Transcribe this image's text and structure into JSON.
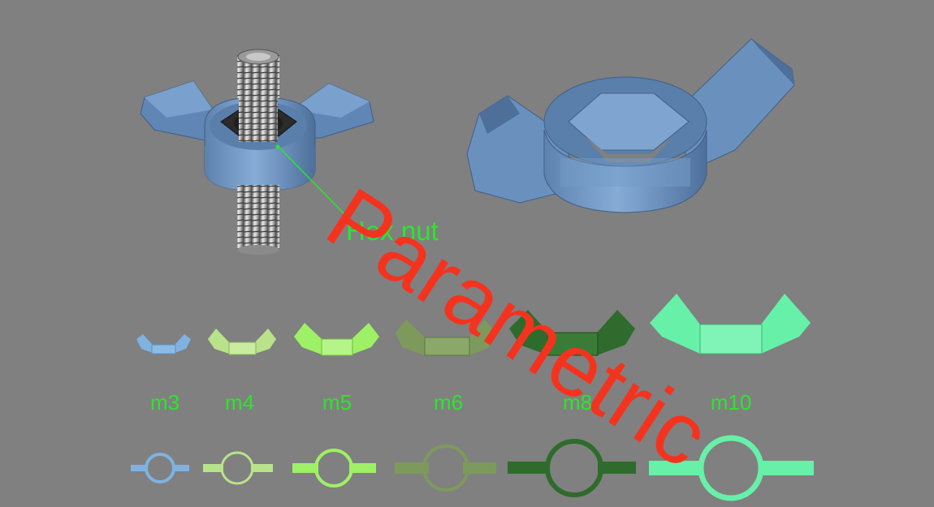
{
  "annotation": {
    "label": "Hex nut",
    "color": "#2be62b"
  },
  "watermark": {
    "text": "Parametric",
    "color": "#f4331f"
  },
  "sizes": [
    {
      "label": "m3",
      "color": "#7fb2e0"
    },
    {
      "label": "m4",
      "color": "#b8e38a"
    },
    {
      "label": "m5",
      "color": "#9ef066"
    },
    {
      "label": "m6",
      "color": "#7d9a5c"
    },
    {
      "label": "m8",
      "color": "#2f6b2c"
    },
    {
      "label": "m10",
      "color": "#66f0a8"
    }
  ],
  "colors": {
    "background": "#808080",
    "nut_blue": "#6e95c3",
    "bolt_steel": "#b3b3b3",
    "hex_nut_dark": "#2a2a2a"
  }
}
